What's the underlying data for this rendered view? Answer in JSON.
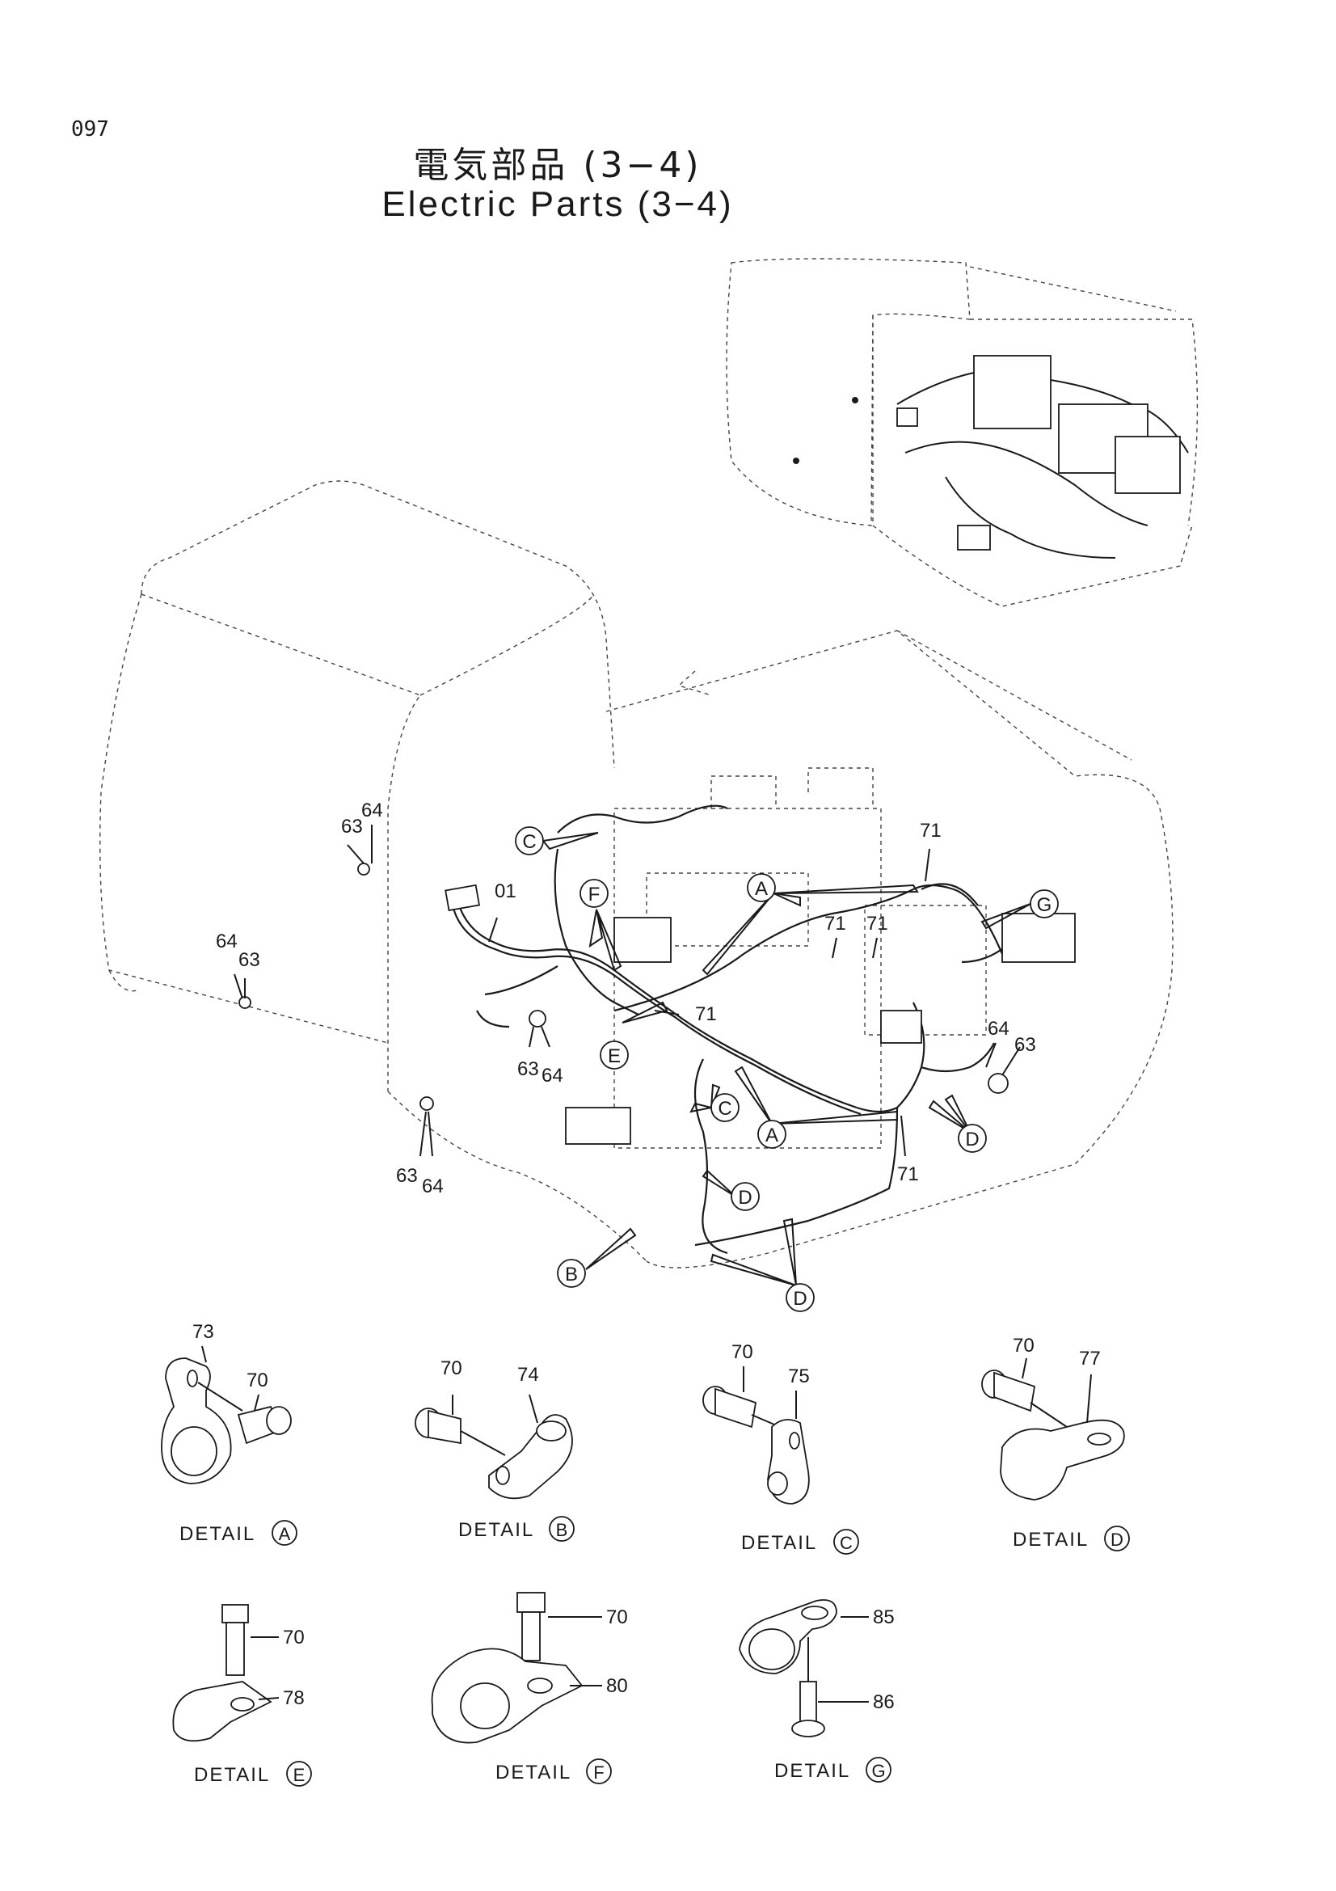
{
  "page_number": "097",
  "title_jp": "電気部品 (3−4)",
  "title_en": "Electric Parts (3−4)",
  "callouts": {
    "c63_64_a": [
      "63",
      "64"
    ],
    "c64_63_b": [
      "64",
      "63"
    ],
    "c01": "01",
    "c71_top": "71",
    "c71_mid": "71",
    "c71_mid2": "71",
    "c71_e": "71",
    "c71_bot": "71",
    "c63_64_c": [
      "63",
      "64"
    ],
    "c64_63_d": [
      "64",
      "63"
    ],
    "c63_64_e": [
      "63",
      "64"
    ]
  },
  "detail_circles": {
    "A1": "A",
    "A2": "A",
    "B": "B",
    "C1": "C",
    "C2": "C",
    "D1": "D",
    "D2": "D",
    "D3": "D",
    "E": "E",
    "F": "F",
    "G": "G"
  },
  "details": [
    {
      "id": "A",
      "caption": "DETAIL",
      "letter": "A",
      "parts": [
        "73",
        "70"
      ]
    },
    {
      "id": "B",
      "caption": "DETAIL",
      "letter": "B",
      "parts": [
        "70",
        "74"
      ]
    },
    {
      "id": "C",
      "caption": "DETAIL",
      "letter": "C",
      "parts": [
        "70",
        "75"
      ]
    },
    {
      "id": "D",
      "caption": "DETAIL",
      "letter": "D",
      "parts": [
        "70",
        "77"
      ]
    },
    {
      "id": "E",
      "caption": "DETAIL",
      "letter": "E",
      "parts": [
        "70",
        "78"
      ]
    },
    {
      "id": "F",
      "caption": "DETAIL",
      "letter": "F",
      "parts": [
        "70",
        "80"
      ]
    },
    {
      "id": "G",
      "caption": "DETAIL",
      "letter": "G",
      "parts": [
        "85",
        "86"
      ]
    }
  ]
}
